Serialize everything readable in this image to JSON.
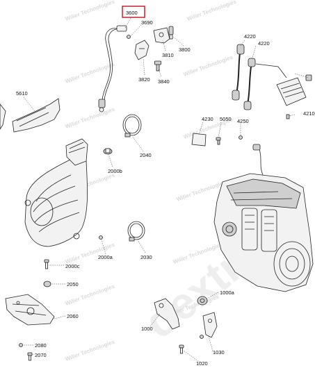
{
  "watermark": {
    "text": "dextra",
    "repeat_text": "Wilier Technologies"
  },
  "highlight_color": "#c8202f",
  "callouts": {
    "p3600": "3600",
    "p3690": "3690",
    "p3810": "3810",
    "p3800": "3800",
    "p3820": "3820",
    "p3840": "3840",
    "p4220a": "4220",
    "p4220b": "4220",
    "p4210": "4210",
    "p5610": "5610",
    "p4230": "4230",
    "p5050": "5050",
    "p4250": "4250",
    "p2040": "2040",
    "p2000b": "2000b",
    "p2000a": "2000a",
    "p2030": "2030",
    "p2000c": "2000c",
    "p2050": "2050",
    "p2060": "2060",
    "p2080": "2080",
    "p2070": "2070",
    "p1000a": "1000a",
    "p1000": "1000",
    "p1030": "1030",
    "p1020": "1020"
  }
}
